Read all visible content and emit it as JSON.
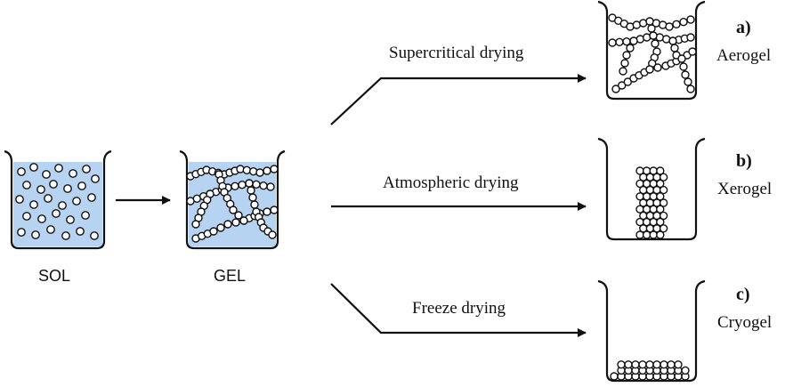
{
  "stages": {
    "sol": "SOL",
    "gel": "GEL"
  },
  "processes": {
    "supercritical": "Supercritical drying",
    "atmospheric": "Atmospheric drying",
    "freeze": "Freeze drying"
  },
  "products": {
    "a_letter": "a)",
    "a_name": "Aerogel",
    "b_letter": "b)",
    "b_name": "Xerogel",
    "c_letter": "c)",
    "c_name": "Cryogel"
  },
  "colors": {
    "liquid": "#b7d3f2",
    "outline": "#111111",
    "particle_fill": "#ffffff"
  }
}
